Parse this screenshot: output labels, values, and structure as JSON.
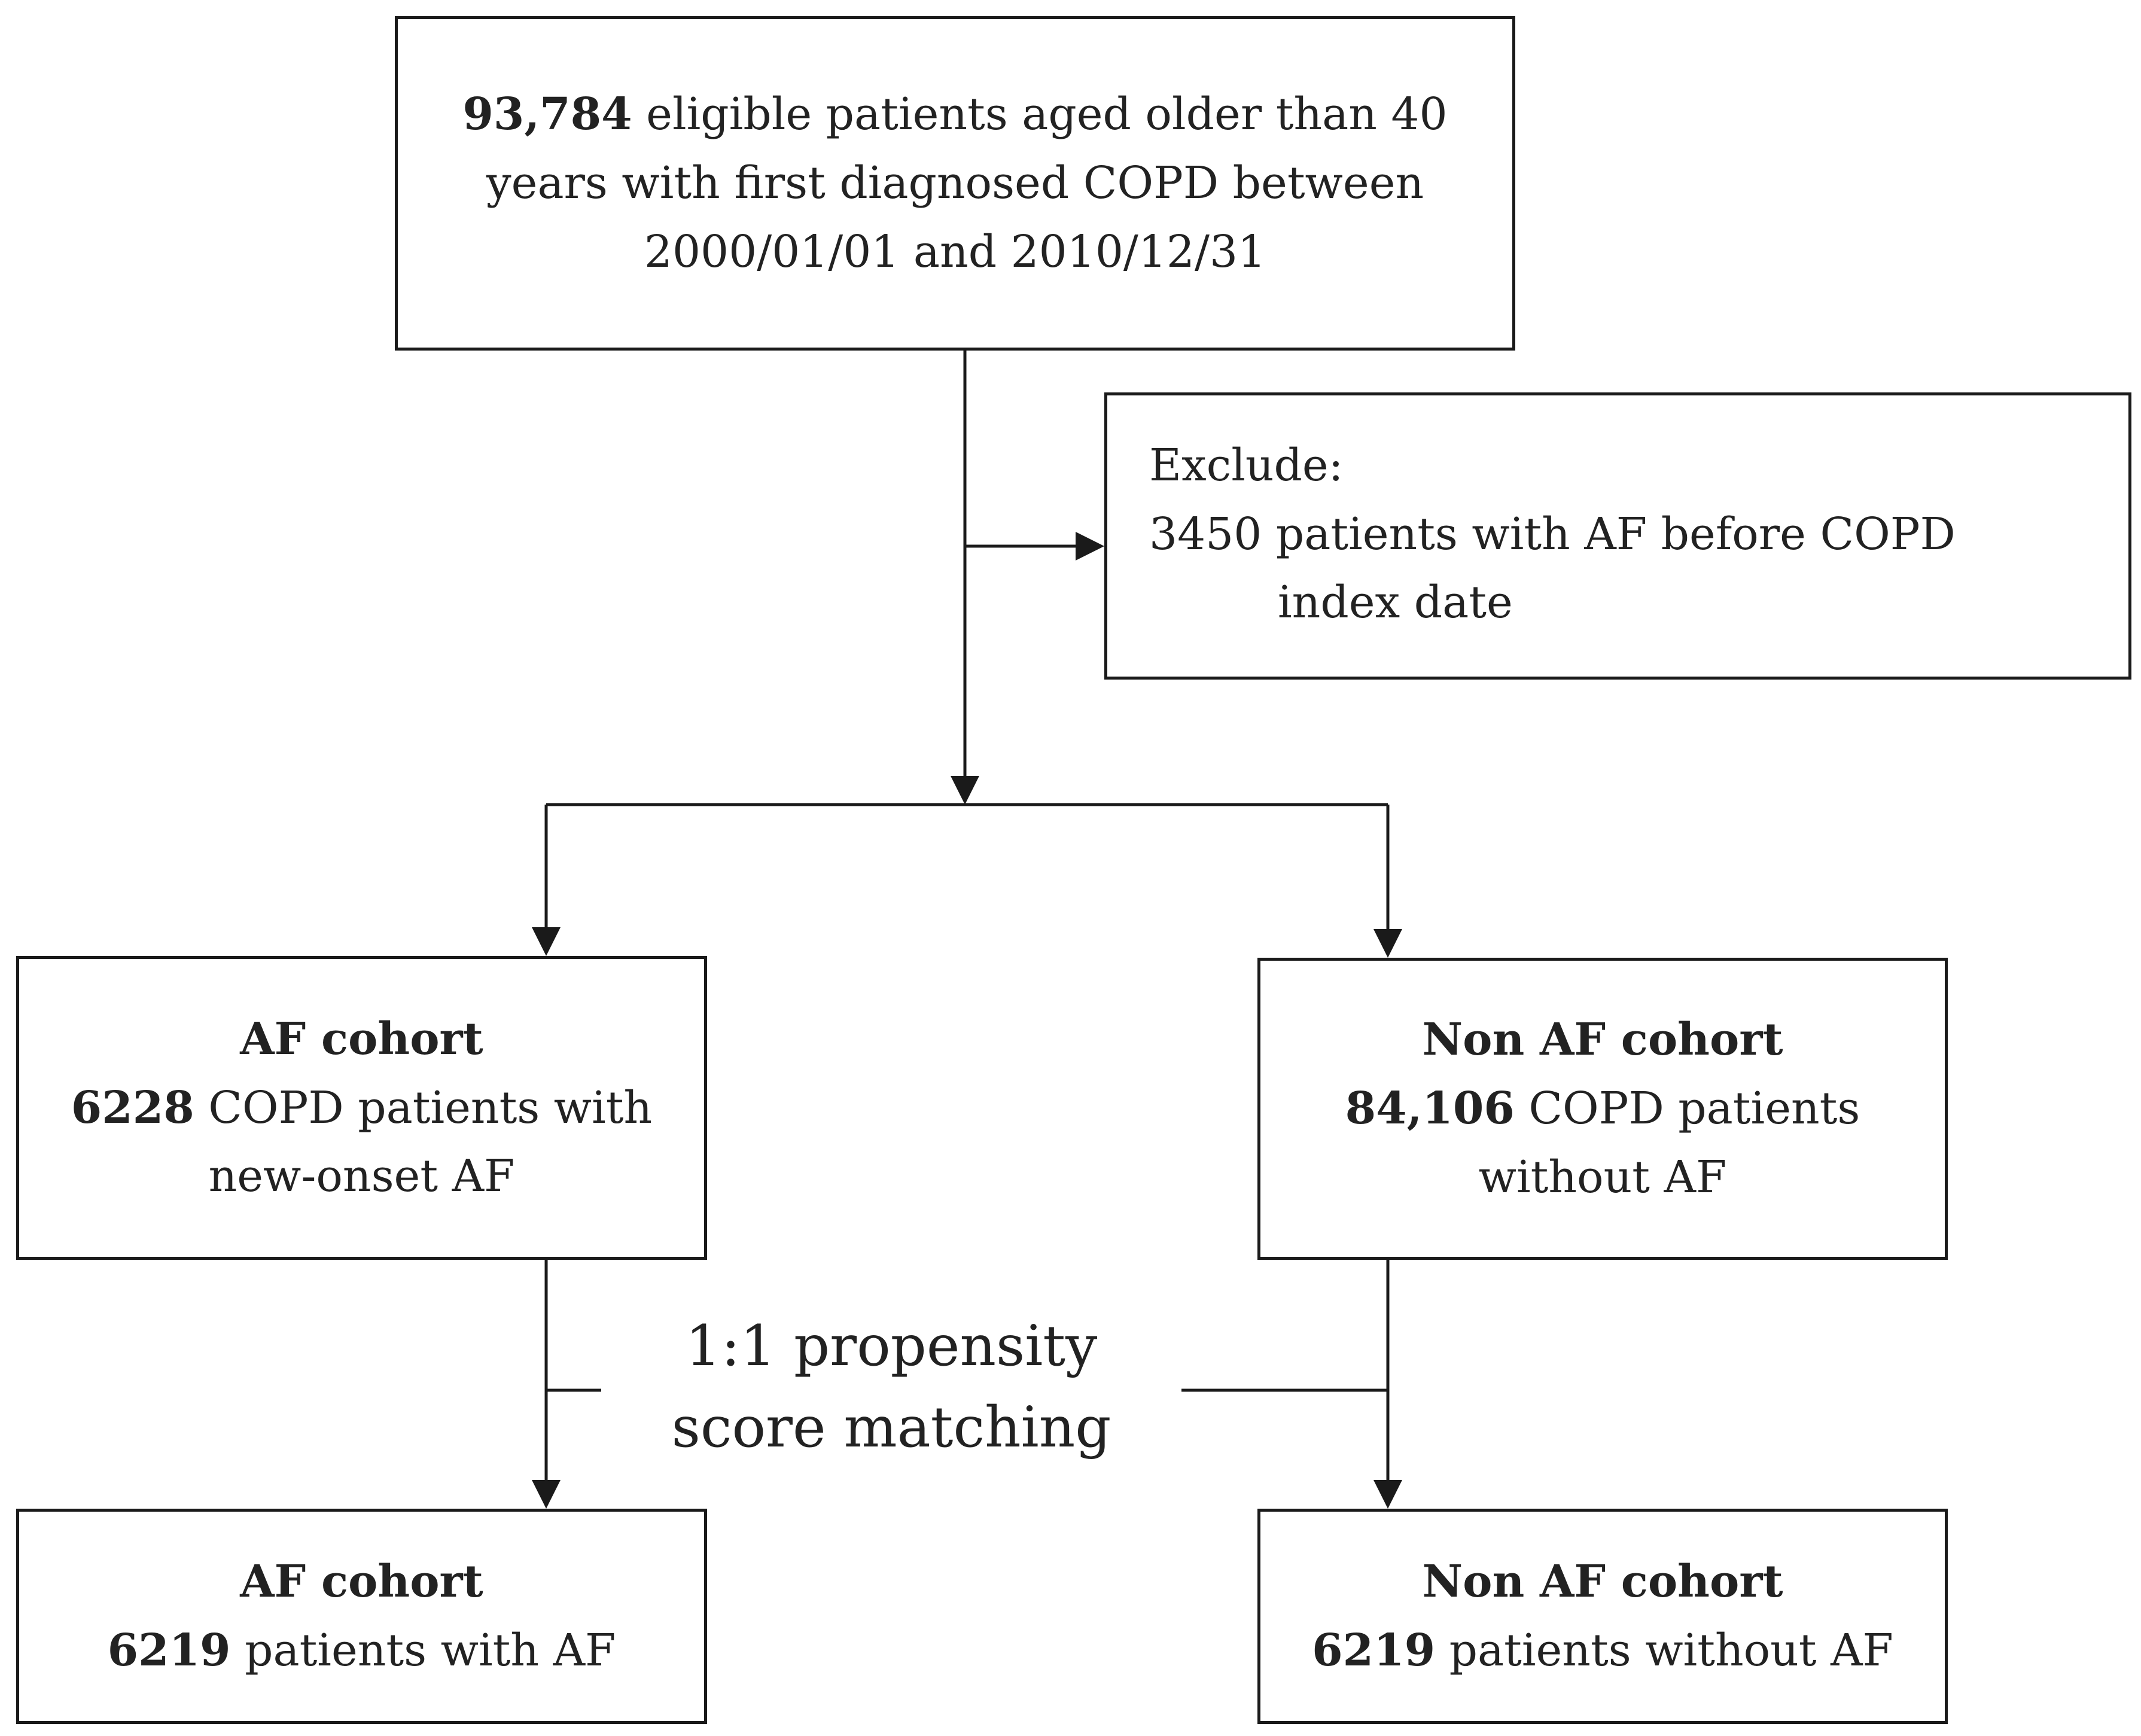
{
  "top_box": {
    "count": "93,784",
    "line1_rest": " eligible patients aged older than 40",
    "line2": "years with first diagnosed COPD between",
    "line3": "2000/01/01 and 2010/12/31"
  },
  "exclude_box": {
    "heading": "Exclude:",
    "line1": "3450 patients with AF before COPD",
    "line2": "index date"
  },
  "af_cohort_box": {
    "title": "AF cohort",
    "count": "6228",
    "line1_rest": " COPD patients with",
    "line2": "new-onset AF"
  },
  "non_af_cohort_box": {
    "title": "Non AF cohort",
    "count": "84,106",
    "line1_rest": " COPD patients",
    "line2": "without AF"
  },
  "matching_label": {
    "line1": "1:1 propensity",
    "line2": "score matching"
  },
  "af_matched_box": {
    "title": "AF cohort",
    "count": "6219",
    "line1_rest": " patients with AF"
  },
  "non_af_matched_box": {
    "title": "Non AF cohort",
    "count": "6219",
    "line1_rest": " patients without AF"
  },
  "colors": {
    "line": "#1a1a1a",
    "text": "#222222",
    "background": "#ffffff"
  }
}
